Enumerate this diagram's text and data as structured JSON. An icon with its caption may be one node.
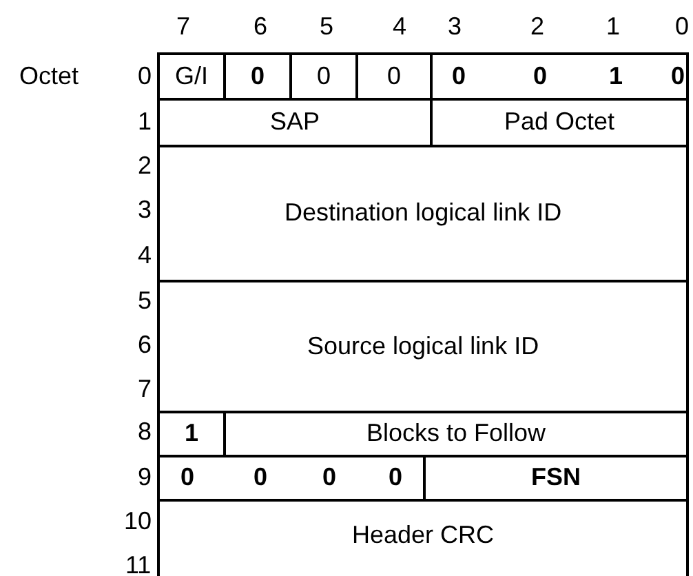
{
  "diagram": {
    "nodes": [
      {
        "text": [
          "G/I"
        ]
      },
      {
        "text": [
          "0"
        ]
      },
      {
        "text": [
          "0"
        ]
      },
      {
        "text": [
          "0"
        ]
      },
      {
        "text": [
          "0",
          "0",
          "1",
          "0"
        ]
      },
      {
        "text": [
          "SAP"
        ]
      },
      {
        "text": [
          "Pad Octet"
        ]
      },
      {
        "text": [
          "Destination logical link ID"
        ]
      },
      {
        "text": [
          "Source logical link ID"
        ]
      },
      {
        "text": [
          "1"
        ]
      },
      {
        "text": [
          "Blocks to Follow"
        ]
      },
      {
        "text": [
          "0",
          "0",
          "0",
          "0"
        ]
      },
      {
        "text": [
          "FSN"
        ]
      },
      {
        "text": [
          "Header CRC"
        ]
      }
    ],
    "labels": [
      "7",
      "6",
      "5",
      "4",
      "3",
      "2",
      "1",
      "0",
      "Octet",
      "0",
      "1",
      "2",
      "3",
      "4",
      "5",
      "6",
      "7",
      "8",
      "9",
      "10",
      "11"
    ]
  }
}
